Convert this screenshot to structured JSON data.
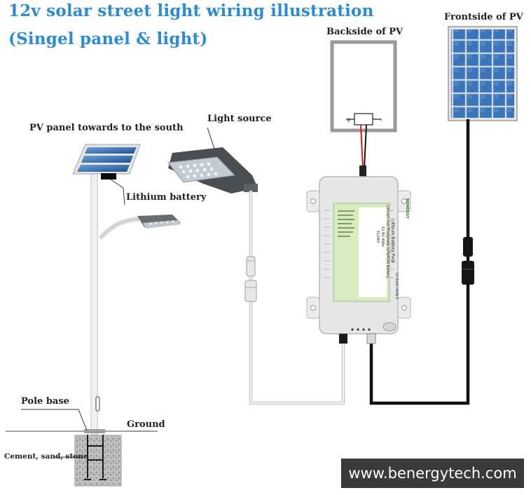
{
  "title": {
    "line1": "12v solar street light wiring illustration",
    "line2": "(Singel panel & light)"
  },
  "labels": {
    "pv_south": "PV panel towards to the south",
    "light_source": "Light source",
    "lithium_battery": "Lithium battery",
    "backside_pv": "Backside of PV",
    "frontside_pv": "Frontside of PV",
    "pole_base": "Pole base",
    "ground": "Ground",
    "cement": "Cement, sand, stone"
  },
  "battery_pack": {
    "brand": "BENERGY",
    "name": "Lithium Battery Pack",
    "type": "Lithium Iron Phosphate (LiFePO4) Battery",
    "spec": "12.8V 40Ah",
    "energy": "512Wh",
    "model": "CE RoHS UN38.3"
  },
  "website": "www.benergytech.com",
  "colors": {
    "title": "#2a8bd6",
    "panel_cell": "#3c74b8",
    "wire_dark": "#111111",
    "wire_light": "#d7d7d7",
    "battery_body": "#ececec",
    "battery_label": "#d8ecc2",
    "website_bg": "#3a3a3a"
  }
}
